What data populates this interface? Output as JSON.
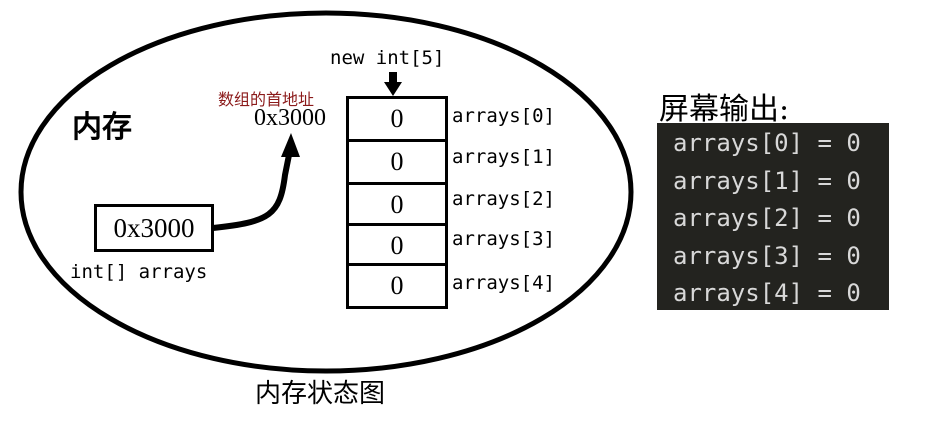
{
  "memory_label": "内存",
  "new_expr": "new int[5]",
  "first_address_label": "数组的首地址",
  "first_address": "0x3000",
  "variable": {
    "value": "0x3000",
    "declaration": "int[] arrays"
  },
  "array": {
    "cells": [
      "0",
      "0",
      "0",
      "0",
      "0"
    ],
    "indices": [
      "arrays[0]",
      "arrays[1]",
      "arrays[2]",
      "arrays[3]",
      "arrays[4]"
    ]
  },
  "caption": "内存状态图",
  "screen_output": {
    "title": "屏幕输出:",
    "lines": [
      "arrays[0] = 0",
      "arrays[1] = 0",
      "arrays[2] = 0",
      "arrays[3] = 0",
      "arrays[4] = 0"
    ]
  },
  "colors": {
    "address_label": "#8b1a1a",
    "console_bg": "#23231f"
  }
}
